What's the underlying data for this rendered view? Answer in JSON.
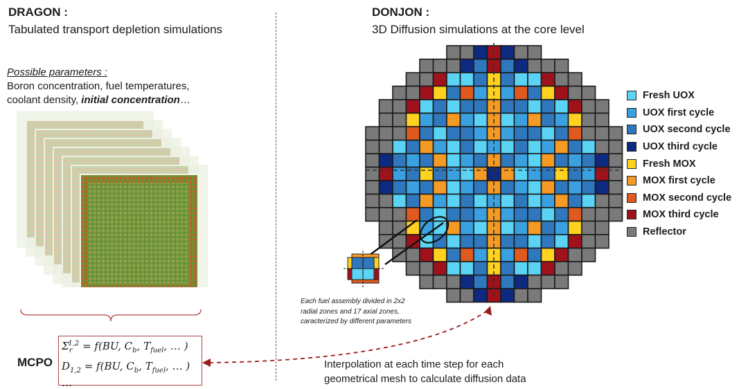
{
  "left": {
    "title": "DRAGON :",
    "subtitle": "Tabulated transport depletion simulations",
    "params_heading": "Possible parameters :",
    "params_line1": "Boron concentration, fuel temperatures,",
    "params_line2_a": "coolant density, ",
    "params_line2_b": "initial concentration",
    "params_line2_c": "…"
  },
  "right": {
    "title": "DONJON :",
    "subtitle": "3D Diffusion simulations at the core level"
  },
  "legend": [
    {
      "label": "Fresh UOX",
      "color": "#5ad3f5"
    },
    {
      "label": "UOX first cycle",
      "color": "#3aa0e0"
    },
    {
      "label": "UOX second cycle",
      "color": "#2f78bd"
    },
    {
      "label": "UOX third cycle",
      "color": "#0d2a80"
    },
    {
      "label": "Fresh MOX",
      "color": "#ffd21f"
    },
    {
      "label": "MOX first cycle",
      "color": "#f59a24"
    },
    {
      "label": "MOX second cycle",
      "color": "#df5a1e"
    },
    {
      "label": "MOX third cycle",
      "color": "#a0121b"
    },
    {
      "label": "Reflector",
      "color": "#7a7a7a"
    }
  ],
  "mcpo": {
    "label": "MCPO",
    "eq1": "Σ_r^{1,2} = f(BU, C_b, T_fuel, … )",
    "eq2": "D_{1,2} = f(BU, C_b, T_fuel, … )",
    "eq3": "…"
  },
  "note": {
    "line1": "Each fuel assembly divided in 2x2",
    "line2": "radial zones and 17 axial zones,",
    "line3": "caracterized by different parameters"
  },
  "interpolation": {
    "line1": "Interpolation at each time step for each",
    "line2": "geometrical mesh to calculate diffusion data"
  }
}
